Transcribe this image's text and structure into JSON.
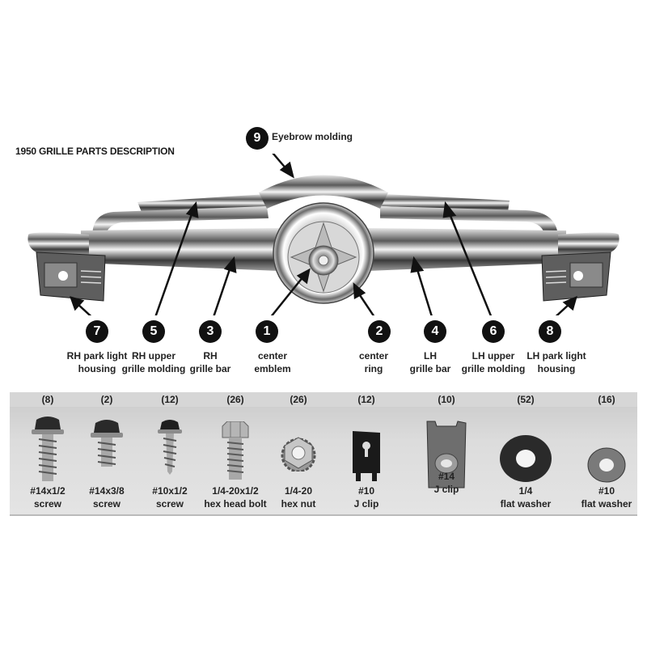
{
  "title": "1950 GRILLE PARTS DESCRIPTION",
  "callouts": [
    {
      "number": "9",
      "line1": "Eyebrow molding",
      "line2": ""
    },
    {
      "number": "7",
      "line1": "RH park light",
      "line2": "housing"
    },
    {
      "number": "5",
      "line1": "RH upper",
      "line2": "grille molding"
    },
    {
      "number": "3",
      "line1": "RH",
      "line2": "grille bar"
    },
    {
      "number": "1",
      "line1": "center",
      "line2": "emblem"
    },
    {
      "number": "2",
      "line1": "center",
      "line2": "ring"
    },
    {
      "number": "4",
      "line1": "LH",
      "line2": "grille bar"
    },
    {
      "number": "6",
      "line1": "LH upper",
      "line2": "grille molding"
    },
    {
      "number": "8",
      "line1": "LH park light",
      "line2": "housing"
    }
  ],
  "hardware": [
    {
      "qty": "(8)",
      "line1": "#14x1/2",
      "line2": "screw",
      "icon": "screw-icon"
    },
    {
      "qty": "(2)",
      "line1": "#14x3/8",
      "line2": "screw",
      "icon": "screw-icon"
    },
    {
      "qty": "(12)",
      "line1": "#10x1/2",
      "line2": "screw",
      "icon": "screw-icon"
    },
    {
      "qty": "(26)",
      "line1": "1/4-20x1/2",
      "line2": "hex head bolt",
      "icon": "bolt-icon"
    },
    {
      "qty": "(26)",
      "line1": "1/4-20",
      "line2": "hex nut",
      "icon": "nut-icon"
    },
    {
      "qty": "(12)",
      "line1": "#10",
      "line2": "J clip",
      "icon": "j-clip-icon"
    },
    {
      "qty": "(10)",
      "line1": "#14",
      "line2": "J clip",
      "icon": "j-clip-icon"
    },
    {
      "qty": "(52)",
      "line1": "1/4",
      "line2": "flat washer",
      "icon": "washer-icon"
    },
    {
      "qty": "(16)",
      "line1": "#10",
      "line2": "flat washer",
      "icon": "washer-icon"
    }
  ]
}
